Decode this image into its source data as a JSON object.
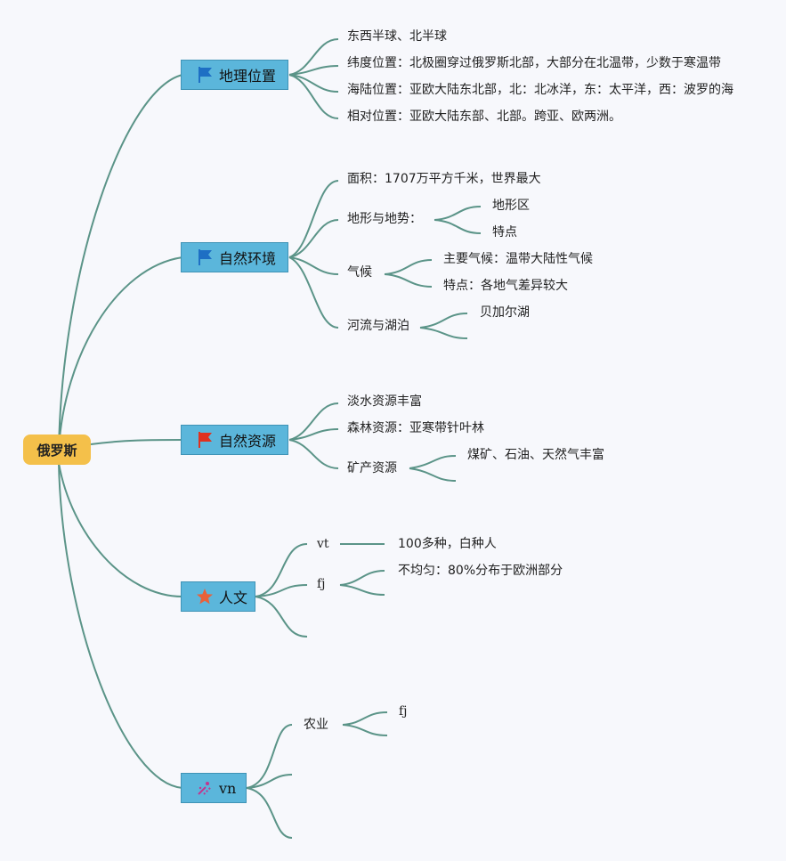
{
  "root": "俄罗斯",
  "branches": {
    "location": {
      "label": "地理位置",
      "items": [
        "东西半球、北半球",
        "纬度位置：北极圈穿过俄罗斯北部，大部分在北温带，少数于寒温带",
        "海陆位置：亚欧大陆东北部，北：北冰洋，东：太平洋，西：波罗的海",
        "相对位置：亚欧大陆东部、北部。跨亚、欧两洲。"
      ]
    },
    "environment": {
      "label": "自然环境",
      "area": "面积：1707万平方千米，世界最大",
      "terrain": {
        "label": "地形与地势：",
        "children": [
          "地形区",
          "特点"
        ]
      },
      "climate": {
        "label": "气候",
        "children": [
          "主要气候：温带大陆性气候",
          "特点：各地气差异较大"
        ]
      },
      "rivers": {
        "label": "河流与湖泊",
        "children": [
          "贝加尔湖"
        ]
      }
    },
    "resources": {
      "label": "自然资源",
      "items": [
        "淡水资源丰富",
        "森林资源：亚寒带针叶林"
      ],
      "minerals": {
        "label": "矿产资源",
        "children": [
          "煤矿、石油、天然气丰富"
        ]
      }
    },
    "humanities": {
      "label": "人文",
      "vt": {
        "label": "vt",
        "children": [
          "100多种，白种人"
        ]
      },
      "fj": {
        "label": "fj",
        "children": [
          "不均匀：80%分布于欧洲部分"
        ]
      }
    },
    "economy": {
      "label": "vn",
      "agriculture": {
        "label": "农业",
        "children": [
          "fj"
        ]
      }
    }
  },
  "colors": {
    "root": "#f4c04a",
    "main": "#5bb6db",
    "link": "#5b9488",
    "flag_blue": "#1e6fc4",
    "flag_red": "#e0311f",
    "star": "#e8613a",
    "tools": "#c2368f"
  },
  "icons": {
    "location": "blue-flag-icon",
    "environment": "blue-flag-icon",
    "resources": "red-flag-icon",
    "humanities": "star-icon",
    "economy": "tools-icon"
  }
}
